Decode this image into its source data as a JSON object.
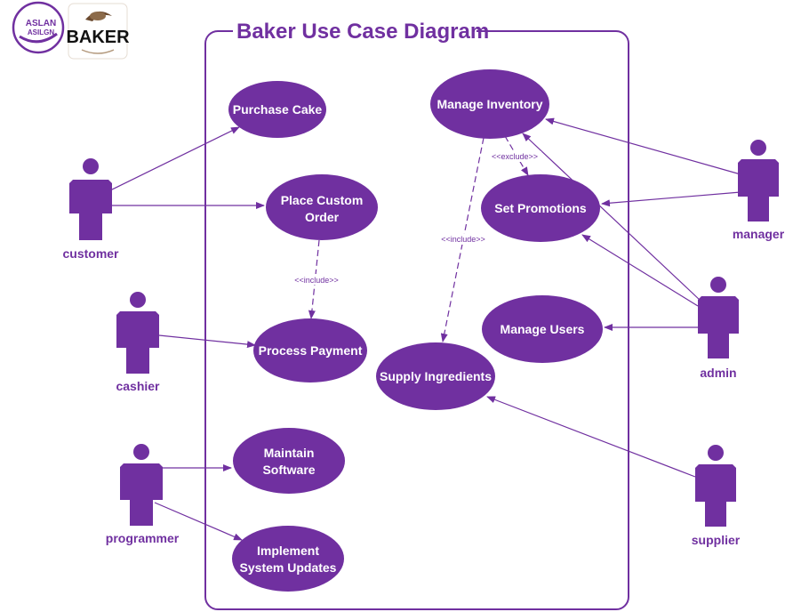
{
  "title": "Baker Use Case Diagram",
  "logos": {
    "left_line1": "ASLAN",
    "left_line2": "ASILGN",
    "right": "BAKER"
  },
  "colors": {
    "primary": "#7030a0",
    "background": "#ffffff"
  },
  "actors": {
    "customer": "customer",
    "cashier": "cashier",
    "programmer": "programmer",
    "manager": "manager",
    "admin": "admin",
    "supplier": "supplier"
  },
  "use_cases": {
    "purchase_cake": [
      "Purchase Cake"
    ],
    "place_custom_order": [
      "Place Custom",
      "Order"
    ],
    "process_payment": [
      "Process Payment"
    ],
    "maintain_software": [
      "Maintain",
      "Software"
    ],
    "implement_updates": [
      "Implement",
      "System Updates"
    ],
    "manage_inventory": [
      "Manage Inventory"
    ],
    "set_promotions": [
      "Set Promotions"
    ],
    "manage_users": [
      "Manage Users"
    ],
    "supply_ingredients": [
      "Supply Ingredients"
    ]
  },
  "relations": {
    "include_order_payment": "<<include>>",
    "exclude_inventory_promotions": "<<exclude>>",
    "include_inventory_supply": "<<include>>"
  },
  "associations": [
    [
      "customer",
      "purchase_cake"
    ],
    [
      "customer",
      "place_custom_order"
    ],
    [
      "cashier",
      "process_payment"
    ],
    [
      "programmer",
      "maintain_software"
    ],
    [
      "programmer",
      "implement_updates"
    ],
    [
      "manager",
      "manage_inventory"
    ],
    [
      "manager",
      "set_promotions"
    ],
    [
      "admin",
      "manage_inventory"
    ],
    [
      "admin",
      "set_promotions"
    ],
    [
      "admin",
      "manage_users"
    ],
    [
      "supplier",
      "supply_ingredients"
    ]
  ]
}
